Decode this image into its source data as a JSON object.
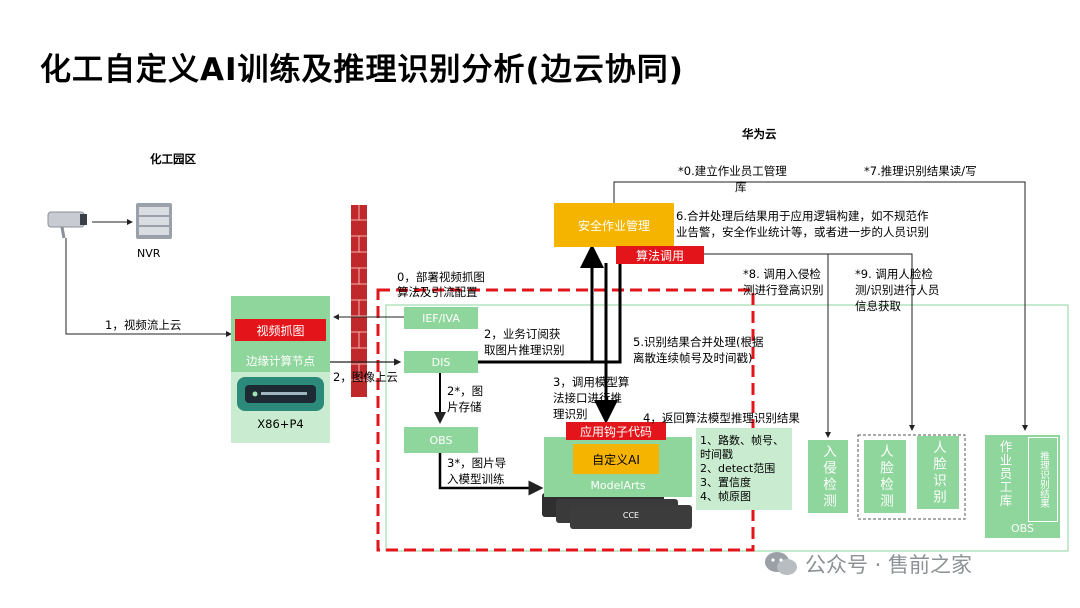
{
  "title": "化工自定义AI训练及推理识别分析(边云协同)",
  "sections": {
    "park": "化工园区",
    "cloud": "华为云"
  },
  "devices": {
    "nvr": "NVR",
    "x86": "X86+P4"
  },
  "edge": {
    "capture": "视频抓图",
    "node": "边缘计算节点"
  },
  "cloud_boxes": {
    "safety": "安全作业管理",
    "algo_call": "算法调用",
    "ief": "IEF/IVA",
    "dis": "DIS",
    "obs": "OBS",
    "hook": "应用钩子代码",
    "custom_ai": "自定义AI",
    "modelarts": "ModelArts",
    "cce": "CCE",
    "intrusion": "入侵检测",
    "face_detect": "人脸检测",
    "face_recog": "人脸识别",
    "worker_db": "作业员工库",
    "infer_result": "推理识别结果",
    "obs_right": "OBS"
  },
  "steps": {
    "s1": "1，视频流上云",
    "s0a": "0，部署视频抓图",
    "s0b": "算法及引流配置",
    "s2": "2，图像上云",
    "s2b_a": "2，业务订阅获",
    "s2b_b": "取图片推理识别",
    "s2s_a": "2*，图",
    "s2s_b": "片存储",
    "s3a": "3，调用模型算",
    "s3b": "法接口进行推",
    "s3c": "理识别",
    "s3s_a": "3*，图片导",
    "s3s_b": "入模型训练",
    "s4": "4，返回算法模型推理识别结果",
    "s5a": "5.识别结果合并处理(根据",
    "s5b": "离散连续帧号及时间戳)",
    "s6a": "6.合并处理后结果用于应用逻辑构建，如不规范作",
    "s6b": "业告警，安全作业统计等，或者进一步的人员识别",
    "s0sa": "*0.建立作业员工管理",
    "s0sb": "库",
    "s7": "*7.推理识别结果读/写",
    "s8a": "*8. 调用入侵检",
    "s8b": "测进行登高识别",
    "s9a": "*9. 调用人脸检",
    "s9b": "测/识别进行人员",
    "s9c": "信息获取"
  },
  "results": {
    "r1a": "1、路数、帧号、",
    "r1b": "时间戳",
    "r2": "2、detect范围",
    "r3": "3、置信度",
    "r4": "4、帧原图"
  },
  "watermark": "公众号 · 售前之家",
  "colors": {
    "green": "#8ed69b",
    "light_green": "#c9ecd0",
    "red": "#e3151a",
    "orange": "#f5b400",
    "dark": "#3c3c3c"
  }
}
